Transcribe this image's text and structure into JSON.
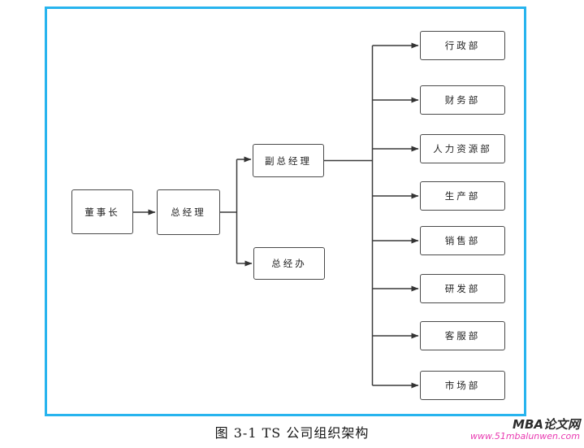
{
  "figure": {
    "caption": "图 3-1 TS 公司组织架构"
  },
  "watermark": {
    "site_name": "MBA论文网",
    "site_url": "www.51mbalunwen.com"
  },
  "org_chart": {
    "nodes": {
      "chairman": "董事长",
      "general_manager": "总经理",
      "deputy_general_manager": "副总经理",
      "general_manager_office": "总经办",
      "departments": [
        "行政部",
        "财务部",
        "人力资源部",
        "生产部",
        "销售部",
        "研发部",
        "客服部",
        "市场部"
      ]
    },
    "colors": {
      "frame_border": "#27b4ee",
      "box_border": "#4a4a4a",
      "connector_line": "#3a3a3a",
      "watermark_url": "#e93ab1"
    }
  }
}
